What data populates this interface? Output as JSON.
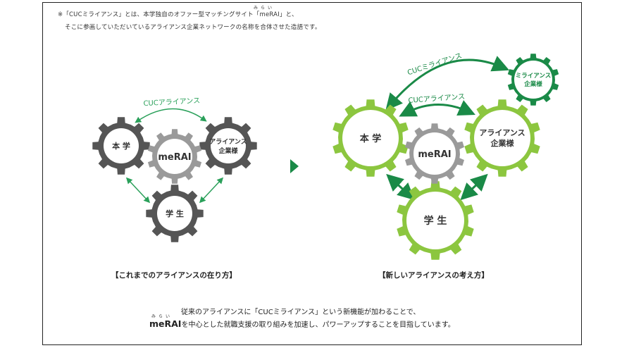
{
  "note": {
    "line1": "※「CUCミライアンス」とは、本学独自のオファー型マッチングサイト「meRAI」と、",
    "line2": "そこに参画していただいているアライアンス企業ネットワークの名称を合体させた造語です。",
    "ruby": "みらい"
  },
  "left_diagram": {
    "arc_label": "CUCアライアンス",
    "gear_univ": "本 学",
    "gear_merai": "meRAI",
    "gear_alliance_line1": "アライアンス",
    "gear_alliance_line2": "企業様",
    "gear_student": "学 生",
    "caption": "【これまでのアライアンスの在り方】"
  },
  "right_diagram": {
    "arc_label_outer": "CUCミライアンス",
    "arc_label_inner": "CUCアライアンス",
    "gear_miraiance_line1": "ミライアンス",
    "gear_miraiance_line2": "企業様",
    "gear_univ": "本 学",
    "gear_merai": "meRAI",
    "gear_alliance_line1": "アライアンス",
    "gear_alliance_line2": "企業様",
    "gear_student": "学 生",
    "caption": "【新しいアライアンスの考え方】"
  },
  "footer": {
    "line1": "従来のアライアンスに「CUCミライアンス」という新機能が加わることで、",
    "brand": "meRAI",
    "brand_ruby": "みらい",
    "line2": "を中心とした就職支援の取り組みを加速し、パワーアップすることを目指しています。"
  },
  "colors": {
    "dark_gear": "#555555",
    "light_gear": "#9a9a9a",
    "green": "#8cc63f",
    "dark_green": "#1a8a47",
    "arrow_green": "#1a8a47"
  }
}
